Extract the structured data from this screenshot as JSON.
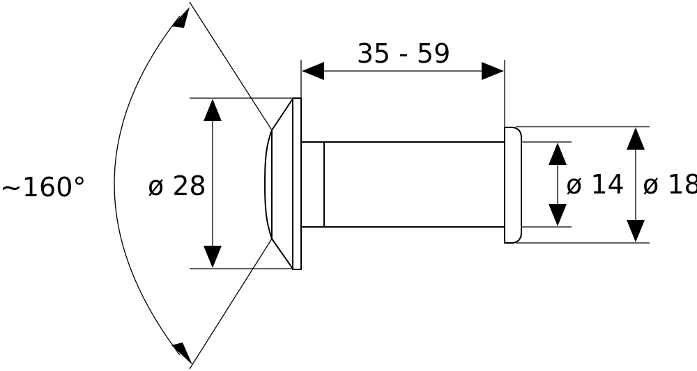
{
  "diagram": {
    "subject": "door viewer",
    "colors": {
      "line": "#000000",
      "background": "#ffffff"
    },
    "dimensions": {
      "viewing_angle": "~160°",
      "head_diameter": "ø 28",
      "length_range": "35 - 59",
      "tube_diameter": "ø 14",
      "flange_diameter": "ø 18"
    }
  }
}
